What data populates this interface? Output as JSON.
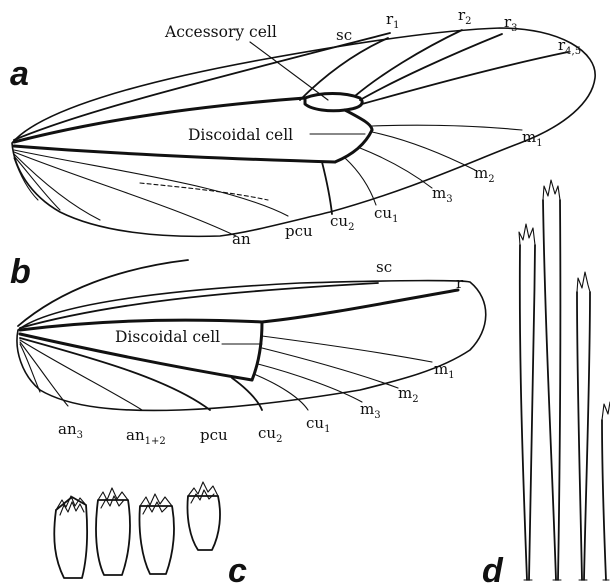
{
  "panels": {
    "a": "a",
    "b": "b",
    "c": "c",
    "d": "d"
  },
  "wing_a": {
    "accessory_cell": "Accessory cell",
    "discoidal_cell": "Discoidal cell",
    "sc": "sc",
    "r1": {
      "base": "r",
      "sub": "1"
    },
    "r2": {
      "base": "r",
      "sub": "2"
    },
    "r3": {
      "base": "r",
      "sub": "3"
    },
    "r45": {
      "base": "r",
      "sub": "4,5"
    },
    "m1": {
      "base": "m",
      "sub": "1"
    },
    "m2": {
      "base": "m",
      "sub": "2"
    },
    "m3": {
      "base": "m",
      "sub": "3"
    },
    "cu1": {
      "base": "cu",
      "sub": "1"
    },
    "cu2": {
      "base": "cu",
      "sub": "2"
    },
    "pcu": "pcu",
    "an": "an"
  },
  "wing_b": {
    "discoidal_cell": "Discoidal cell",
    "sc": "sc",
    "r": "r",
    "m1": {
      "base": "m",
      "sub": "1"
    },
    "m2": {
      "base": "m",
      "sub": "2"
    },
    "m3": {
      "base": "m",
      "sub": "3"
    },
    "cu1": {
      "base": "cu",
      "sub": "1"
    },
    "cu2": {
      "base": "cu",
      "sub": "2"
    },
    "pcu": "pcu",
    "an12": {
      "base": "an",
      "sub": "1+2"
    },
    "an3": {
      "base": "an",
      "sub": "3"
    }
  }
}
